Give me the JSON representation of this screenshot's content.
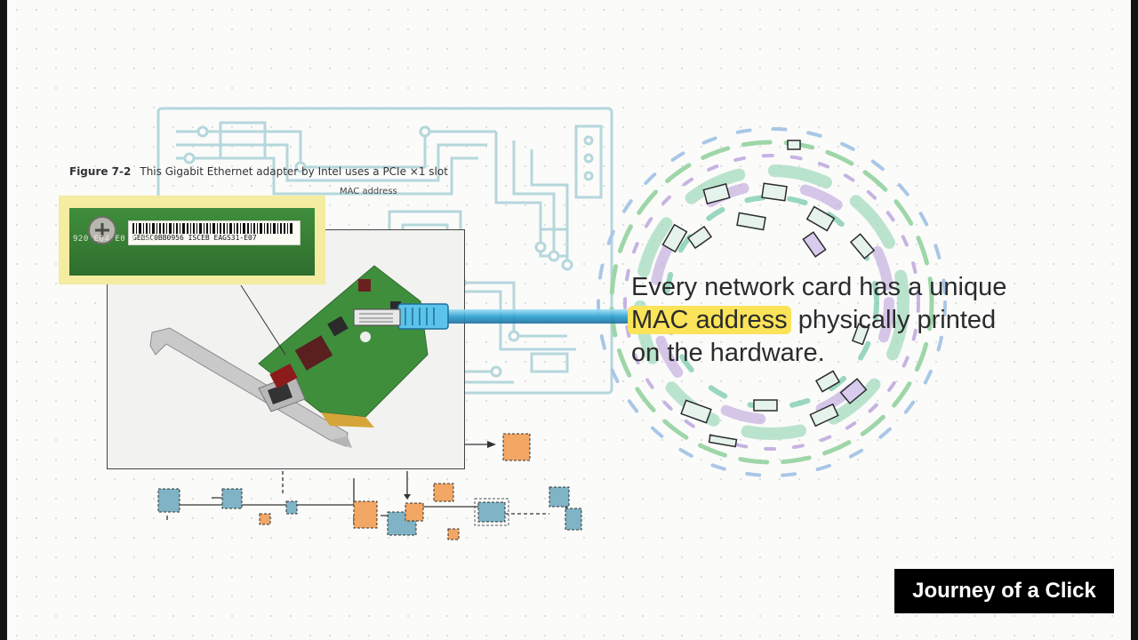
{
  "figure": {
    "number": "Figure 7-2",
    "caption": "This Gigabit Ethernet adapter by Intel uses a PCIe ×1 slot",
    "callout": "MAC address",
    "label_line1": "GEBSC0BB0956 ISCEB EAGS31-E07",
    "label_line2": "920  E04  E0   1 SAL"
  },
  "caption": {
    "before": "Every network card has a unique",
    "highlight": "MAC address",
    "after_highlight": " physically printed",
    "line3": "on the hardware."
  },
  "brand": {
    "title": "Journey of a Click"
  },
  "colors": {
    "highlight": "#fbe35a",
    "circuit": "#b5d7dc",
    "cable": "#4fb3dc",
    "pcb": "#3f8e3c",
    "orange_block": "#f2a765",
    "teal_block": "#7fb3c5"
  }
}
